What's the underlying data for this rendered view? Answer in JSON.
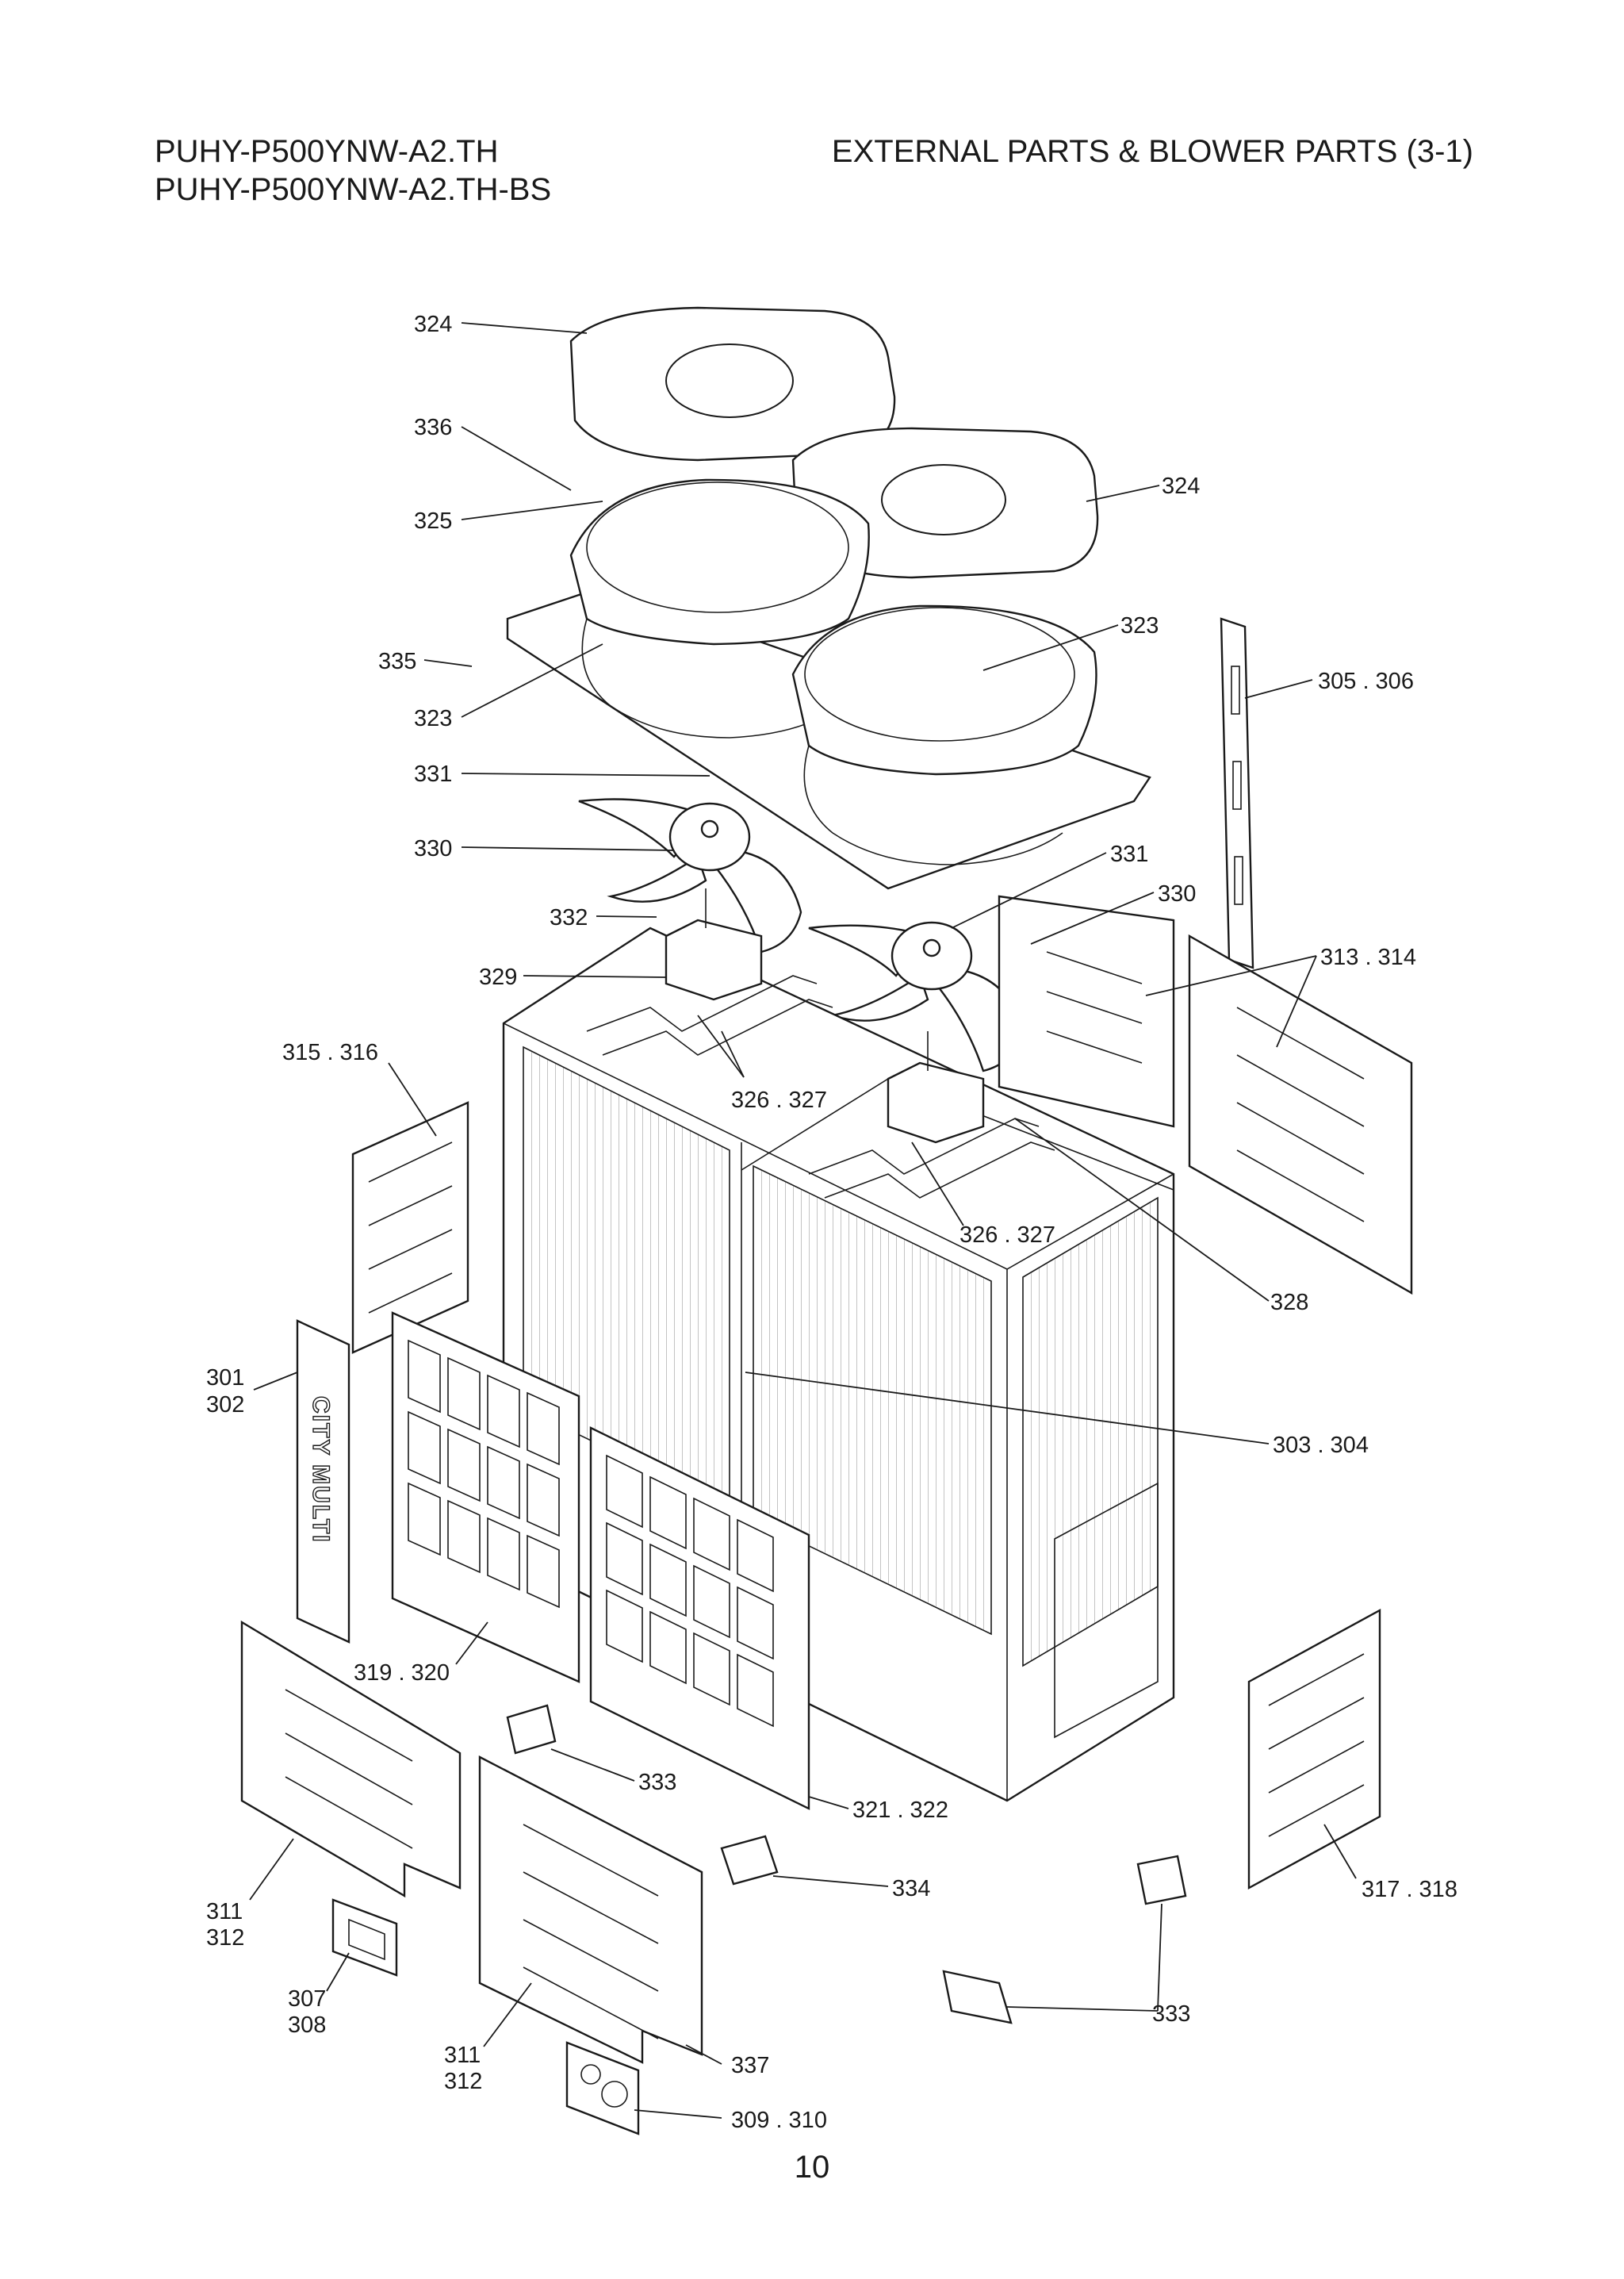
{
  "header": {
    "model_primary": "PUHY-P500YNW-A2.TH",
    "model_secondary": "PUHY-P500YNW-A2.TH-BS",
    "section_title": "EXTERNAL PARTS & BLOWER PARTS (3-1)"
  },
  "footer": {
    "page_number": "10"
  },
  "brand_mark": "CITY MULTI",
  "callouts": [
    {
      "id": "c324a",
      "text": "324"
    },
    {
      "id": "c336",
      "text": "336"
    },
    {
      "id": "c325",
      "text": "325"
    },
    {
      "id": "c324b",
      "text": "324"
    },
    {
      "id": "c335",
      "text": "335"
    },
    {
      "id": "c323a",
      "text": "323"
    },
    {
      "id": "c323b",
      "text": "323"
    },
    {
      "id": "c305",
      "text": "305 . 306"
    },
    {
      "id": "c331a",
      "text": "331"
    },
    {
      "id": "c330a",
      "text": "330"
    },
    {
      "id": "c331b",
      "text": "331"
    },
    {
      "id": "c330b",
      "text": "330"
    },
    {
      "id": "c332",
      "text": "332"
    },
    {
      "id": "c313",
      "text": "313 . 314"
    },
    {
      "id": "c329",
      "text": "329"
    },
    {
      "id": "c315",
      "text": "315 . 316"
    },
    {
      "id": "c326a",
      "text": "326 . 327"
    },
    {
      "id": "c326b",
      "text": "326 . 327"
    },
    {
      "id": "c328",
      "text": "328"
    },
    {
      "id": "c301",
      "text": "301"
    },
    {
      "id": "c302",
      "text": "302"
    },
    {
      "id": "c303",
      "text": "303 . 304"
    },
    {
      "id": "c319",
      "text": "319 . 320"
    },
    {
      "id": "c333a",
      "text": "333"
    },
    {
      "id": "c321",
      "text": "321 . 322"
    },
    {
      "id": "c334",
      "text": "334"
    },
    {
      "id": "c317",
      "text": "317 . 318"
    },
    {
      "id": "c311a",
      "text": "311"
    },
    {
      "id": "c312a",
      "text": "312"
    },
    {
      "id": "c307",
      "text": "307"
    },
    {
      "id": "c308",
      "text": "308"
    },
    {
      "id": "c333b",
      "text": "333"
    },
    {
      "id": "c311b",
      "text": "311"
    },
    {
      "id": "c312b",
      "text": "312"
    },
    {
      "id": "c337",
      "text": "337"
    },
    {
      "id": "c309",
      "text": "309 . 310"
    }
  ]
}
